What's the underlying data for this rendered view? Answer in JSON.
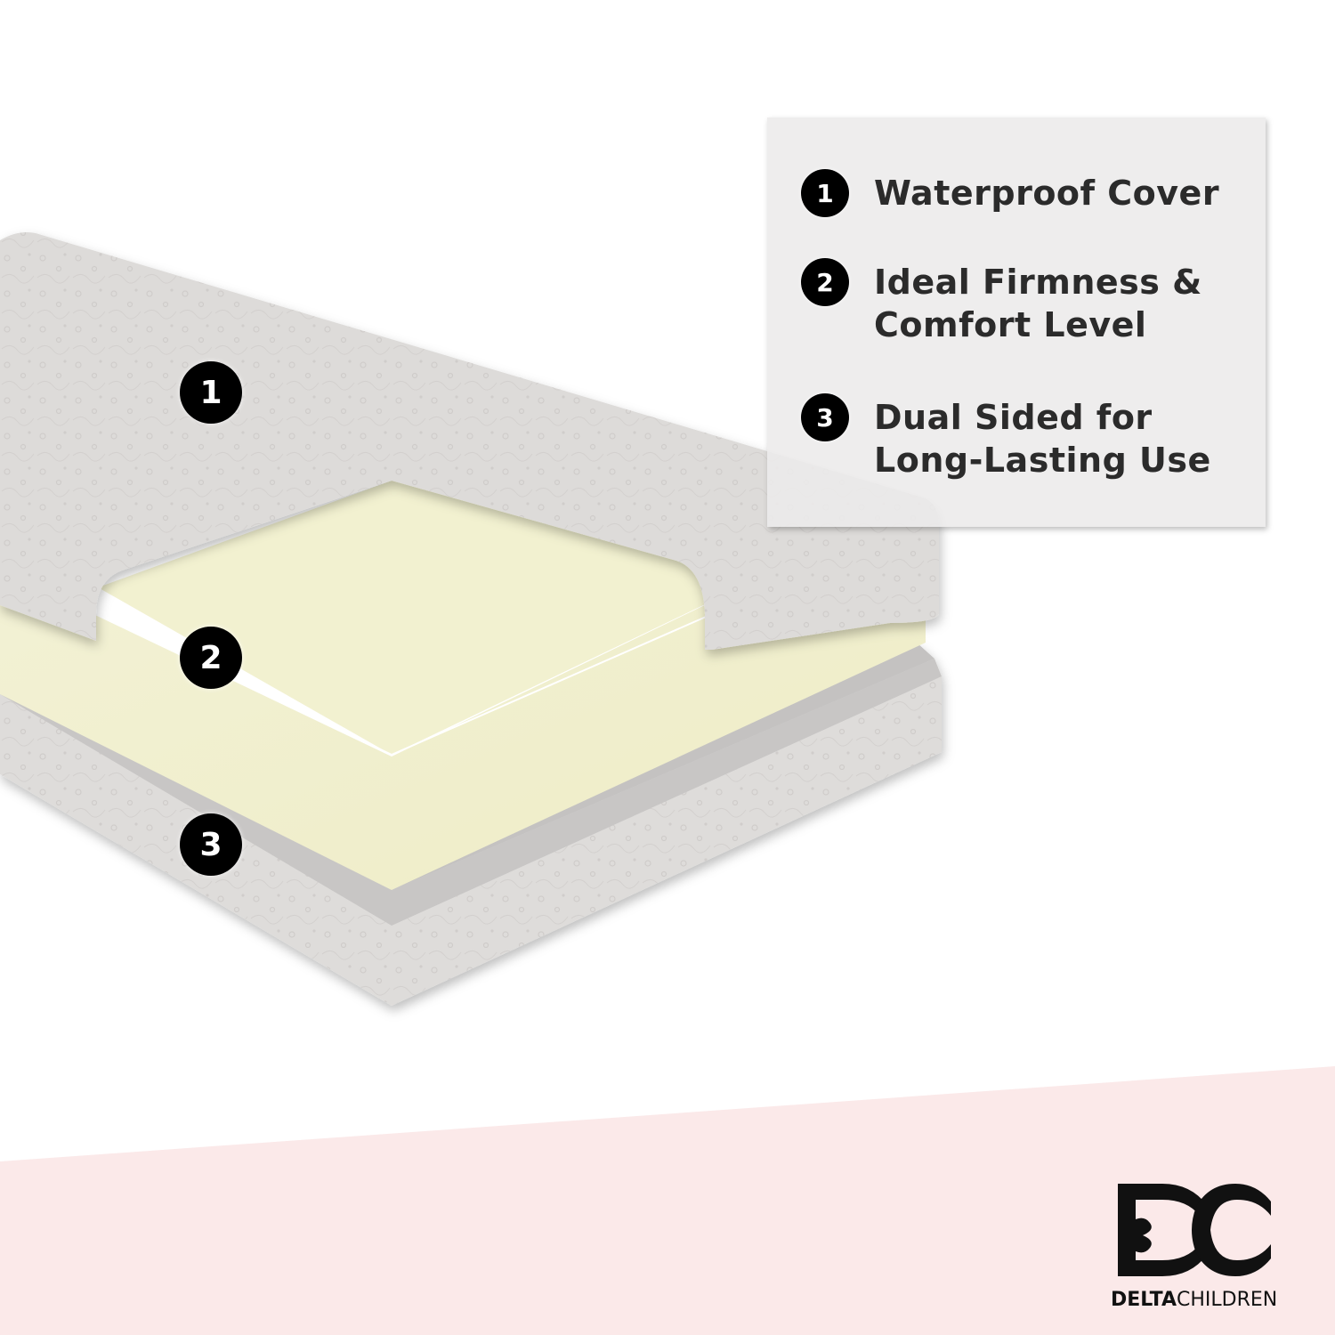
{
  "legend": {
    "items": [
      {
        "number": "1",
        "label": "Waterproof Cover"
      },
      {
        "number": "2",
        "label": "Ideal Firmness & Comfort Level"
      },
      {
        "number": "3",
        "label": "Dual Sided for Long-Lasting Use"
      }
    ]
  },
  "callouts": [
    {
      "number": "1",
      "layer": "cover"
    },
    {
      "number": "2",
      "layer": "foam-core"
    },
    {
      "number": "3",
      "layer": "bottom-side"
    }
  ],
  "brand": {
    "logo_mark": "DC",
    "name_bold": "DELTA",
    "name_light": "CHILDREN"
  },
  "colors": {
    "background": "#ffffff",
    "footer_band": "#fbe9e9",
    "cover": "#dcdad8",
    "foam": "#f1f0cf",
    "bottom_layer": "#c9c7c6",
    "badge": "#000000",
    "text": "#2b2b2b"
  }
}
